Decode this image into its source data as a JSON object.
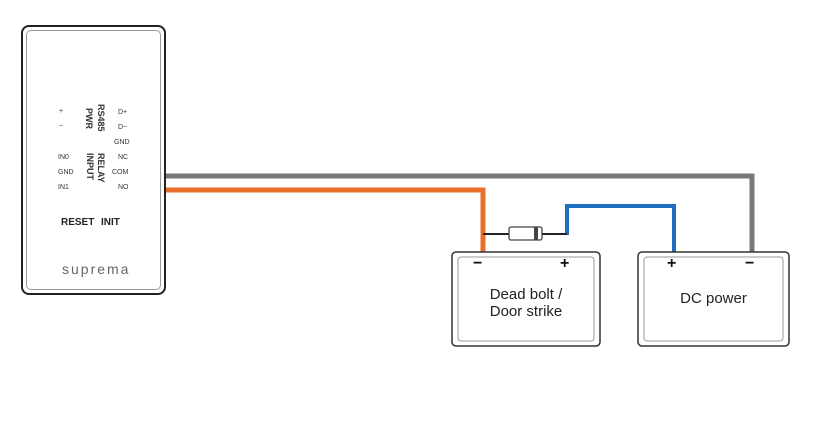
{
  "device": {
    "brand": "suprema",
    "pwr_terminals": [
      "+",
      "−"
    ],
    "pwr_label": "PWR",
    "rs485_label": "RS485",
    "rs485_terminals": [
      "D+",
      "D−",
      "GND"
    ],
    "input_label": "INPUT",
    "input_terminals": [
      "IN0",
      "GND",
      "IN1"
    ],
    "relay_label": "RELAY",
    "relay_terminals": [
      "NC",
      "COM",
      "NO"
    ],
    "buttons": [
      "RESET",
      "INIT"
    ]
  },
  "lock": {
    "title_line1": "Dead bolt /",
    "title_line2": "Door strike",
    "minus": "−",
    "plus": "+"
  },
  "power": {
    "title": "DC power",
    "plus": "+",
    "minus": "−"
  },
  "colors": {
    "wire_gray": "#777777",
    "wire_orange": "#e8702a",
    "wire_blue": "#1f6fc0",
    "wire_black": "#222222"
  }
}
